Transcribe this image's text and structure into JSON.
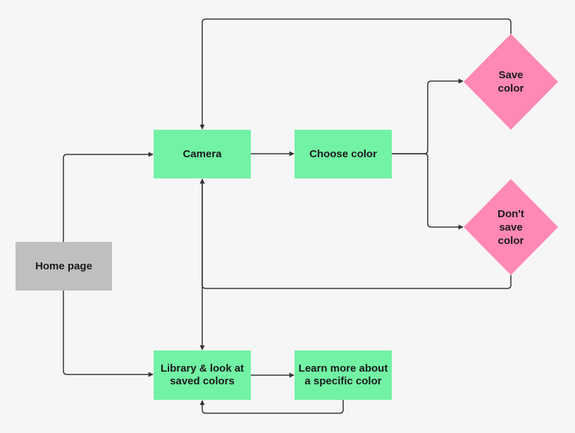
{
  "colors": {
    "background": "#f6f6f6",
    "process_fill": "#72f2a4",
    "start_fill": "#bfbfbf",
    "decision_fill": "#ff88b5",
    "connector": "#333333"
  },
  "nodes": {
    "home": {
      "label": "Home page",
      "shape": "rectangle"
    },
    "camera": {
      "label": "Camera",
      "shape": "rectangle"
    },
    "choose_color": {
      "label": "Choose color",
      "shape": "rectangle"
    },
    "save_color": {
      "label": "Save color",
      "shape": "diamond"
    },
    "dont_save_color": {
      "label": "Don't save color",
      "shape": "diamond"
    },
    "library": {
      "label": "Library & look at saved colors",
      "shape": "rectangle"
    },
    "learn_more": {
      "label": "Learn more about a specific color",
      "shape": "rectangle"
    }
  },
  "edges": [
    {
      "from": "home",
      "to": "camera"
    },
    {
      "from": "home",
      "to": "library"
    },
    {
      "from": "camera",
      "to": "choose_color"
    },
    {
      "from": "choose_color",
      "to": "save_color"
    },
    {
      "from": "choose_color",
      "to": "dont_save_color"
    },
    {
      "from": "save_color",
      "to": "camera"
    },
    {
      "from": "dont_save_color",
      "to": "camera"
    },
    {
      "from": "camera",
      "to": "library",
      "bidirectional": true
    },
    {
      "from": "library",
      "to": "learn_more"
    },
    {
      "from": "learn_more",
      "to": "library"
    }
  ]
}
